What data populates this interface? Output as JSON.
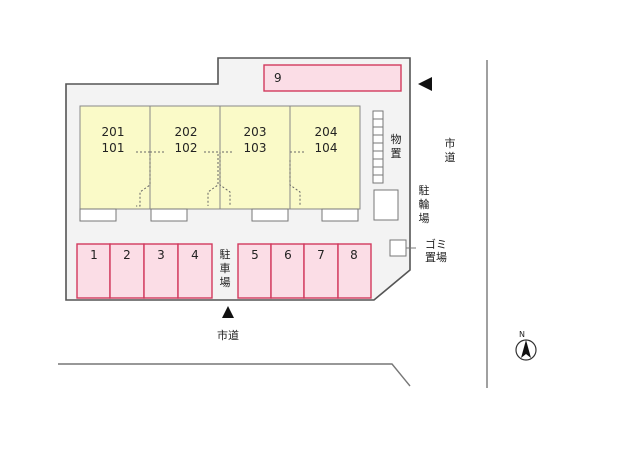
{
  "site": {
    "units": [
      {
        "upper": "201",
        "lower": "101"
      },
      {
        "upper": "202",
        "lower": "102"
      },
      {
        "upper": "203",
        "lower": "103"
      },
      {
        "upper": "204",
        "lower": "104"
      }
    ],
    "parking_top": "9",
    "parking_left": [
      "1",
      "2",
      "3",
      "4"
    ],
    "parking_right": [
      "5",
      "6",
      "7",
      "8"
    ],
    "parking_label": [
      "駐",
      "車",
      "場"
    ],
    "storage_label": [
      "物",
      "置"
    ],
    "bicycle_label": [
      "駐",
      "輪",
      "場"
    ],
    "garbage_label": [
      "ゴミ",
      "置場"
    ],
    "road_east": [
      "市",
      "道"
    ],
    "road_south": "市道",
    "north_letter": "N"
  },
  "colors": {
    "building_fill": "#fafac8",
    "parking_fill": "#fbdde6",
    "parking_stroke": "#d23a5e",
    "lot_fill": "#f3f3f3",
    "outline": "#555555"
  }
}
